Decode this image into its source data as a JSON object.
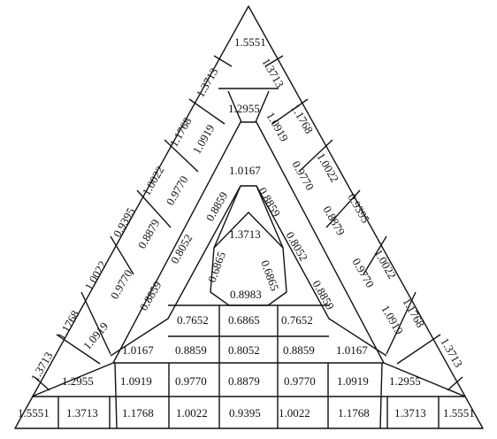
{
  "diagram": {
    "title": "",
    "apex": "1.5551",
    "center": "0.8983",
    "left_edge": [
      "1.3713",
      "1.1768",
      "1.0022",
      "0.9395",
      "1.0022",
      "1.1768",
      "1.3713"
    ],
    "left_second": [
      "1.0919",
      "0.9770",
      "0.8879",
      "0.9770",
      "1.0919"
    ],
    "left_third": [
      "0.8859",
      "0.8052",
      "0.8859"
    ],
    "right_edge": [
      "1.3713",
      "1.1768",
      "1.0022",
      "0.9395",
      "1.0022",
      "1.1768",
      "1.3713"
    ],
    "right_second": [
      "1.0919",
      "0.9770",
      "0.8879",
      "0.9770",
      "1.0919"
    ],
    "right_third": [
      "0.8859",
      "0.8052",
      "0.8859"
    ],
    "axis_values": [
      "1.2955",
      "1.0167",
      "1.3713",
      "0.6865",
      "0.6865"
    ],
    "bottom_row": [
      "1.5551",
      "1.3713",
      "1.1768",
      "1.0022",
      "0.9395",
      "1.0022",
      "1.1768",
      "1.3713",
      "1.5551"
    ],
    "row_2": [
      "1.2955",
      "1.0919",
      "0.9770",
      "0.8879",
      "0.9770",
      "1.0919",
      "1.2955"
    ],
    "row_3": [
      "1.0167",
      "0.8859",
      "0.8052",
      "0.8859",
      "1.0167"
    ],
    "row_4": [
      "0.7652",
      "0.6865",
      "0.7652"
    ]
  }
}
